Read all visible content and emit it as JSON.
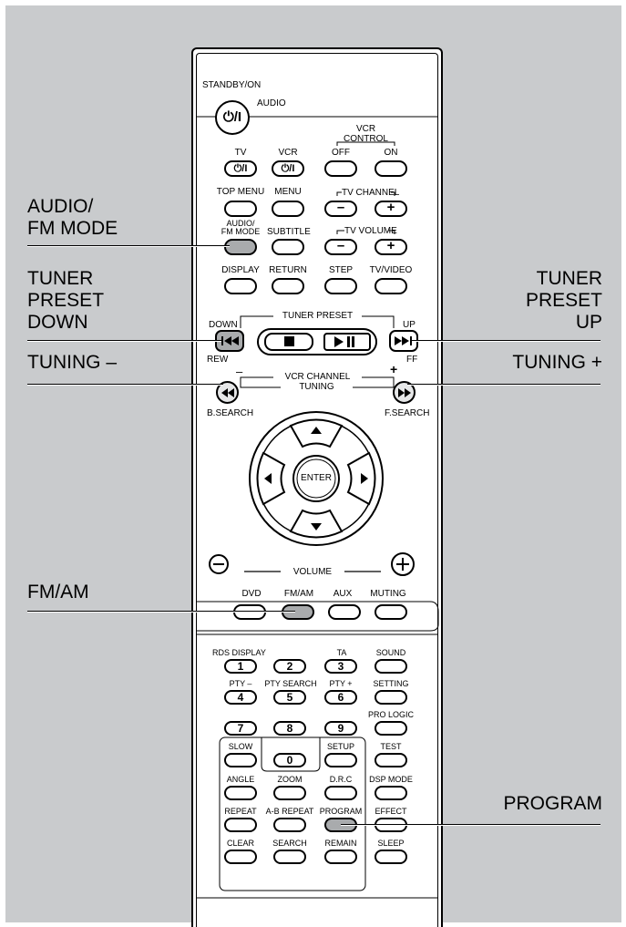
{
  "remote": {
    "standby_label": "STANDBY/ON",
    "audio_label": "AUDIO",
    "power_glyph": "⏻/I",
    "tv_label": "TV",
    "vcr_label": "VCR",
    "vcr_control_label": "VCR",
    "vcr_control_sub": "CONTROL",
    "off_label": "OFF",
    "on_label": "ON",
    "top_menu_label": "TOP MENU",
    "menu_label": "MENU",
    "tv_channel_label": "TV CHANNEL",
    "audio_fm_mode_label": "AUDIO/\nFM MODE",
    "subtitle_label": "SUBTITLE",
    "tv_volume_label": "TV VOLUME",
    "display_label": "DISPLAY",
    "return_label": "RETURN",
    "step_label": "STEP",
    "tv_video_label": "TV/VIDEO",
    "tuner_preset_label": "TUNER PRESET",
    "down_label": "DOWN",
    "up_label": "UP",
    "rew_label": "REW",
    "ff_label": "FF",
    "vcr_channel_label": "VCR CHANNEL",
    "tuning_label": "TUNING",
    "minus_label": "–",
    "plus_label": "+",
    "b_search_label": "B.SEARCH",
    "f_search_label": "F.SEARCH",
    "enter_label": "ENTER",
    "volume_label": "VOLUME",
    "dvd_label": "DVD",
    "fm_am_label": "FM/AM",
    "aux_label": "AUX",
    "muting_label": "MUTING",
    "rds_display_label": "RDS DISPLAY",
    "ta_label": "TA",
    "sound_label": "SOUND",
    "pty_minus_label": "PTY –",
    "pty_search_label": "PTY SEARCH",
    "pty_plus_label": "PTY +",
    "setting_label": "SETTING",
    "pro_logic_label": "PRO LOGIC",
    "slow_label": "SLOW",
    "setup_label": "SETUP",
    "test_label": "TEST",
    "angle_label": "ANGLE",
    "zoom_label": "ZOOM",
    "drc_label": "D.R.C",
    "dsp_mode_label": "DSP MODE",
    "repeat_label": "REPEAT",
    "ab_repeat_label": "A-B REPEAT",
    "program_label": "PROGRAM",
    "effect_label": "EFFECT",
    "clear_label": "CLEAR",
    "search_label": "SEARCH",
    "remain_label": "REMAIN",
    "sleep_label": "SLEEP",
    "digits": [
      "1",
      "2",
      "3",
      "4",
      "5",
      "6",
      "7",
      "8",
      "9",
      "0"
    ]
  },
  "callouts": {
    "audio_fm_mode": "AUDIO/\nFM MODE",
    "tuner_preset_down": "TUNER\nPRESET\nDOWN",
    "tuner_preset_up": "TUNER\nPRESET\nUP",
    "tuning_minus": "TUNING –",
    "tuning_plus": "TUNING +",
    "fm_am": "FM/AM",
    "program": "PROGRAM"
  },
  "colors": {
    "background_panel": "#c9cbcd",
    "highlight_button": "#a9abad"
  }
}
